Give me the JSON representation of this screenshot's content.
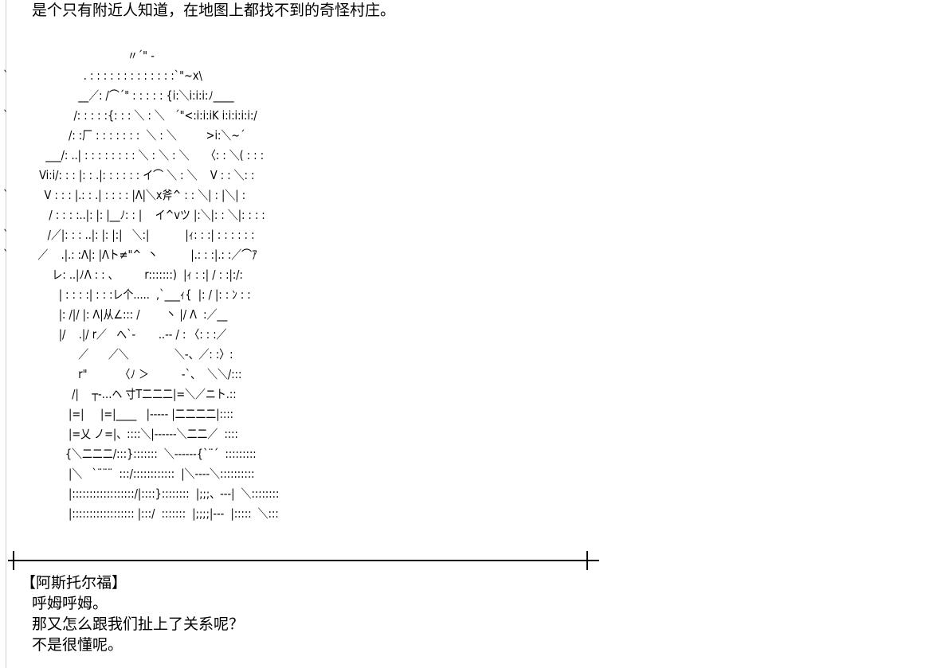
{
  "narration": "是个只有附近人知道，在地图上都找不到的奇怪村庄。",
  "ascii_art": [
    "                                      〃´\" -",
    "`                       . : : : : : : : : : : : : :`\"~x\\",
    "                       __／: /⌒´\" : : : : : {i:＼i:i:i:ﾉ____",
    "`                    /: : : : :{: : : ＼ : ＼   ´\"<:i:i:iK i:i:i:i:i:/",
    "                    /: :厂 : : : : : : :  ＼ : ＼         >i:＼~´",
    "             ___/: ..| : : : : : : : : ＼ : ＼ : ＼     〈: : ＼( : : :",
    "           Vi:i/: : : |: : .|: : : : : : イ⌒ ＼ : ＼    V : : ＼: :",
    "`           V : : : |.: : .| : : : : |Λ|＼x斧^ : : ＼| : |＼| :",
    "              / : : : :..|: |: |__ﾉ: : |    イ^vツ |:＼|: : ＼|: : : :",
    "`            /／|: : : ..|: |: |:|   ＼:|           |ｨ: : :| : : : : : :",
    "`         ／    .|.: :Λ|: |Λト≠\"^  丶          |.: : :|.: :／⌒ｱ",
    "               レ: ..|ﾉΛ : : 、        r:::::::)  |ｨ : :| / : :|:/:",
    "                 | : : : :| : : :レ个.....  ,`___ｨ{  |: / |: : ﾝ : :",
    "                 |: /|/ |: Λ|从∠::: /        丶 |/ Λ  :／__",
    "                 |/    .|/ r／   へ`-       ..-- / : 〈: : :／",
    "                       ／      ／＼              ＼-、／: :〉:",
    "                       r\"          〈ﾉ ＞          -`、  ＼＼/:::",
    "                     /|    ┬-…ヘ 寸T二二二|=＼／ニト.::",
    "                    |=|     |=|____   |----- |二二二二|::::",
    "                    |=乂 ノ=|、::::＼|------＼二二／  ::::",
    "                   {＼二二二/:::}:::::::  ＼------{`¨´  :::::::::",
    "                    |＼   `¨¨¨  :::/::::::::::::  |＼----＼::::::::::",
    "                    |::::::::::::::::::/|::::}::::::::  |;;;、---|  ＼::::::::",
    "                    |:::::::::::::::::: |:::/  :::::::  |;;;;|---  |:::::  ＼:::"
  ],
  "divider": {
    "symbol": "┼────┼"
  },
  "dialogue": {
    "speaker": "【阿斯托尔福】",
    "lines": [
      "呼姆呼姆。",
      "那又怎么跟我们扯上了关系呢？",
      "不是很懂呢。"
    ]
  }
}
